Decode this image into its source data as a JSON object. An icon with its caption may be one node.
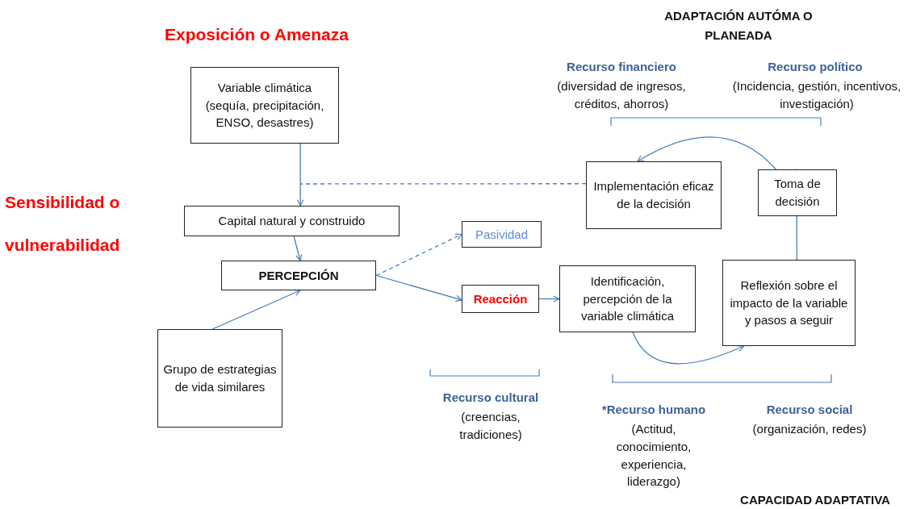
{
  "diagram": {
    "nodes": [
      {
        "text": [
          "Variable climática (sequía, precipitación, ENSO, desastres)"
        ]
      },
      {
        "text": [
          "Capital natural y construido"
        ]
      },
      {
        "text": [
          "PERCEPCIÓN"
        ]
      },
      {
        "text": [
          "Grupo de estrategias de vida similares"
        ]
      },
      {
        "text": [
          "Pasividad"
        ]
      },
      {
        "text": [
          "Reacción"
        ]
      },
      {
        "text": [
          "Identificación, percepción de la variable climática"
        ]
      },
      {
        "text": [
          "Reflexión sobre el impacto de la variable y pasos a seguir"
        ]
      },
      {
        "text": [
          "Toma de decisión"
        ]
      },
      {
        "text": [
          "Implementación eficaz de la decisión"
        ]
      }
    ],
    "edges": [
      {
        "from": 0,
        "to": 1,
        "arrow": "to"
      },
      {
        "from": 1,
        "to": 2,
        "arrow": "to"
      },
      {
        "from": 3,
        "to": 2,
        "arrow": "to"
      },
      {
        "from": 2,
        "to": 4,
        "arrow": "to",
        "style": "dashed"
      },
      {
        "from": 2,
        "to": 5,
        "arrow": "to"
      },
      {
        "from": 5,
        "to": 6,
        "arrow": "to"
      },
      {
        "from": 6,
        "to": 7,
        "arrow": "to"
      },
      {
        "from": 7,
        "to": 8,
        "arrow": "to"
      },
      {
        "from": 8,
        "to": 9,
        "arrow": "to"
      },
      {
        "from": 9,
        "to": null,
        "arrow": "none",
        "style": "dashed"
      }
    ],
    "labels": [
      "Exposición o Amenaza",
      "Sensibilidad o vulnerabilidad",
      "ADAPTACIÓN AUTÓMA O PLANEADA",
      "Recurso financiero",
      "(diversidad de ingresos, créditos, ahorros)",
      "Recurso político",
      "(Incidencia, gestión, incentivos, investigación)",
      "Recurso cultural",
      "(creencias, tradiciones)",
      "*Recurso humano",
      "(Actitud, conocimiento, experiencia, liderazgo)",
      "Recurso social",
      "(organización, redes)",
      "CAPACIDAD ADAPTATIVA"
    ]
  }
}
